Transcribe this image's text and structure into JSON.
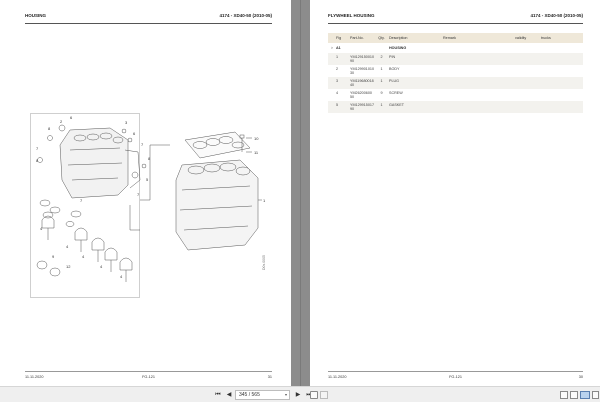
{
  "left_page": {
    "header": {
      "title": "HOUSING",
      "model": "4174 - XD40-50 (2010-05)"
    },
    "diagram": {
      "name": "cylinder-block-exploded-view",
      "callouts": [
        "1",
        "2",
        "3",
        "4",
        "5",
        "6",
        "7",
        "8",
        "9",
        "10",
        "11",
        "12"
      ],
      "side_label": "D0s.0005"
    },
    "footer": {
      "date": "11.11.2020",
      "code": "FG-121",
      "page": "31"
    }
  },
  "right_page": {
    "header": {
      "title": "FLYWHEEL HOUSING",
      "model": "4174 - XD40-50 (2010-05)"
    },
    "table": {
      "columns": [
        "Fig",
        "Part-No.",
        "Qty.",
        "Description",
        "Remark",
        "validity",
        "trucks"
      ],
      "group": {
        "fig": "A1",
        "description": "HOUSING"
      },
      "rows": [
        {
          "fig": "1",
          "part_no": "YM129150010\n90",
          "qty": "2",
          "description": "PIN",
          "remark": "",
          "validity": "",
          "trucks": ""
        },
        {
          "fig": "2",
          "part_no": "YM129901010\n30",
          "qty": "1",
          "description": "BODY",
          "remark": "",
          "validity": "",
          "trucks": ""
        },
        {
          "fig": "3",
          "part_no": "YM119680018\n40",
          "qty": "1",
          "description": "PLUG",
          "remark": "",
          "validity": "",
          "trucks": ""
        },
        {
          "fig": "4",
          "part_no": "YM26200600\n50",
          "qty": "9",
          "description": "SCREW",
          "remark": "",
          "validity": "",
          "trucks": ""
        },
        {
          "fig": "5",
          "part_no": "YM129915017\n90",
          "qty": "1",
          "description": "GASKET",
          "remark": "",
          "validity": "",
          "trucks": ""
        }
      ]
    },
    "footer": {
      "date": "11.11.2020",
      "code": "FG-121",
      "page": "30"
    }
  },
  "toolbar": {
    "first_page": "⏮",
    "prev_page": "◀",
    "page_display": "345 / 565",
    "next_page": "▶",
    "last_page": "⏭",
    "dropdown": "▾"
  }
}
